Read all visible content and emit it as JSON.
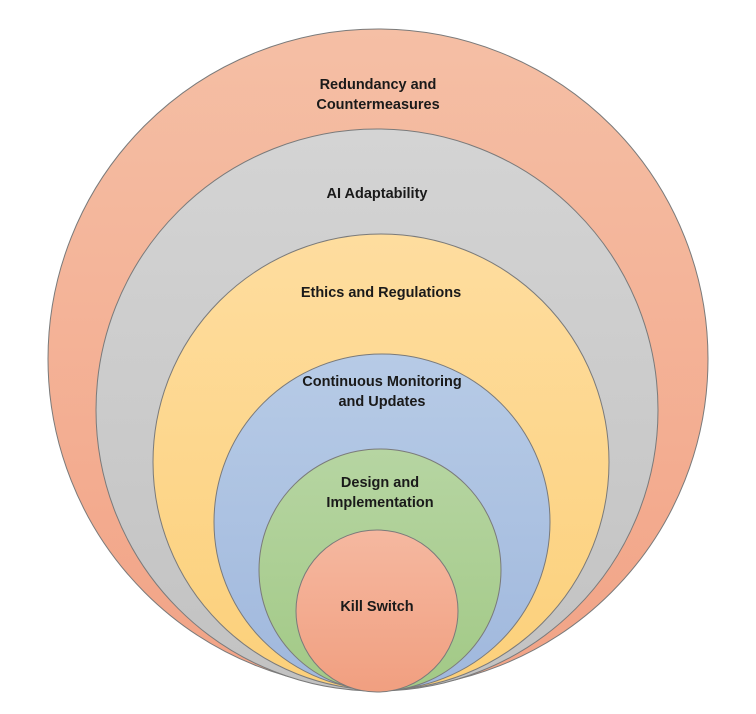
{
  "diagram": {
    "type": "nested-circles",
    "layers": [
      {
        "name": "redundancy",
        "lines": [
          "Redundancy and",
          "Countermeasures"
        ],
        "color_top": "#f5bfa5",
        "color_bottom": "#f2a386"
      },
      {
        "name": "ai-adaptability",
        "lines": [
          "AI Adaptability"
        ],
        "color_top": "#d4d4d4",
        "color_bottom": "#c2c2c2"
      },
      {
        "name": "ethics",
        "lines": [
          "Ethics and Regulations"
        ],
        "color_top": "#fedd9f",
        "color_bottom": "#fcd07a"
      },
      {
        "name": "monitoring",
        "lines": [
          "Continuous Monitoring",
          "and Updates"
        ],
        "color_top": "#b7cbe6",
        "color_bottom": "#a0b8dd"
      },
      {
        "name": "design",
        "lines": [
          "Design and",
          "Implementation"
        ],
        "color_top": "#b6d5a2",
        "color_bottom": "#a2c986"
      },
      {
        "name": "kill-switch",
        "lines": [
          "Kill Switch"
        ],
        "color_top": "#f5b8a0",
        "color_bottom": "#f19f80"
      }
    ]
  }
}
